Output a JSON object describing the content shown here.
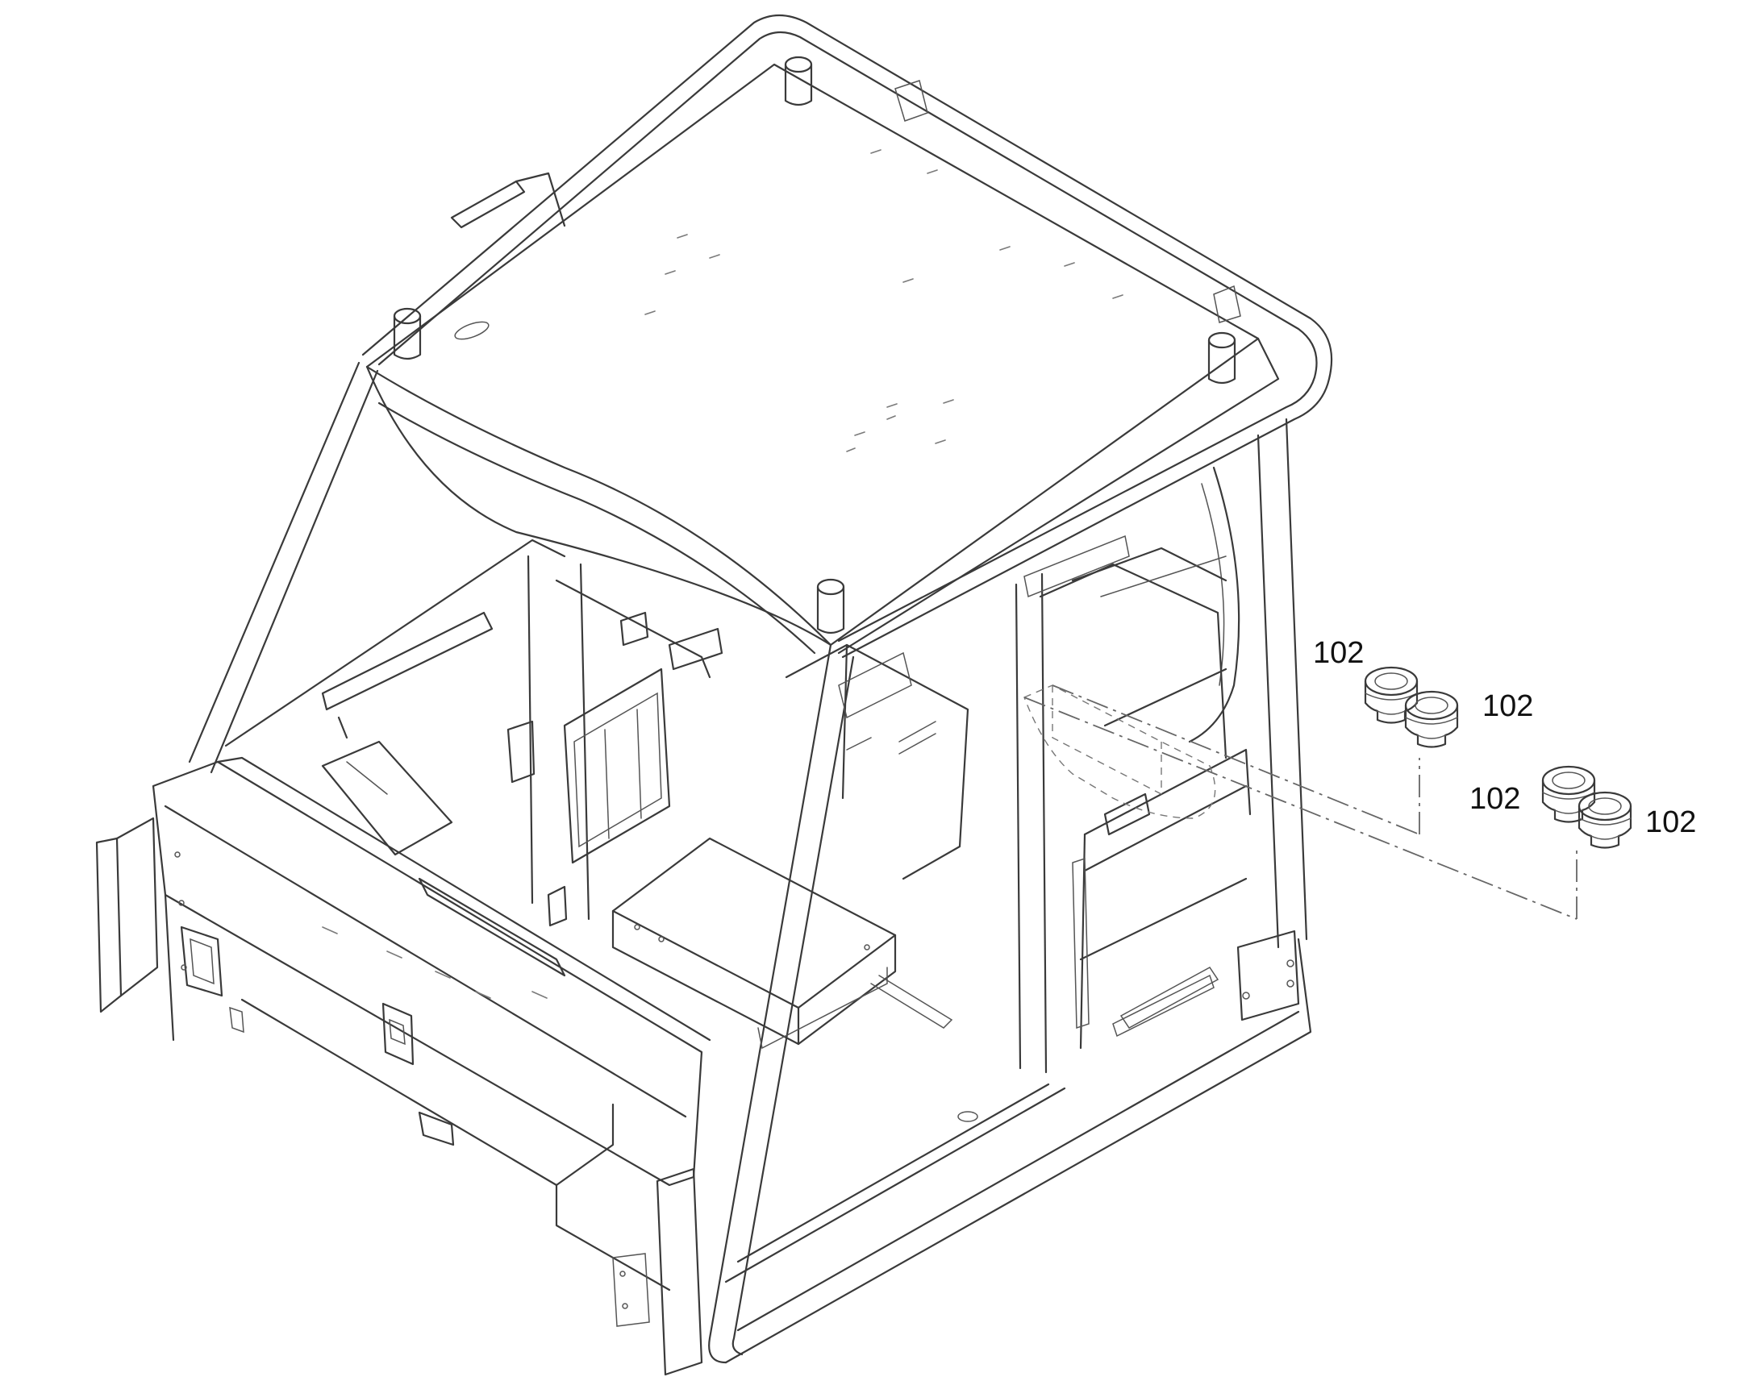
{
  "callouts": [
    {
      "id": "c1",
      "text": "102"
    },
    {
      "id": "c2",
      "text": "102"
    },
    {
      "id": "c3",
      "text": "102"
    },
    {
      "id": "c4",
      "text": "102"
    }
  ]
}
